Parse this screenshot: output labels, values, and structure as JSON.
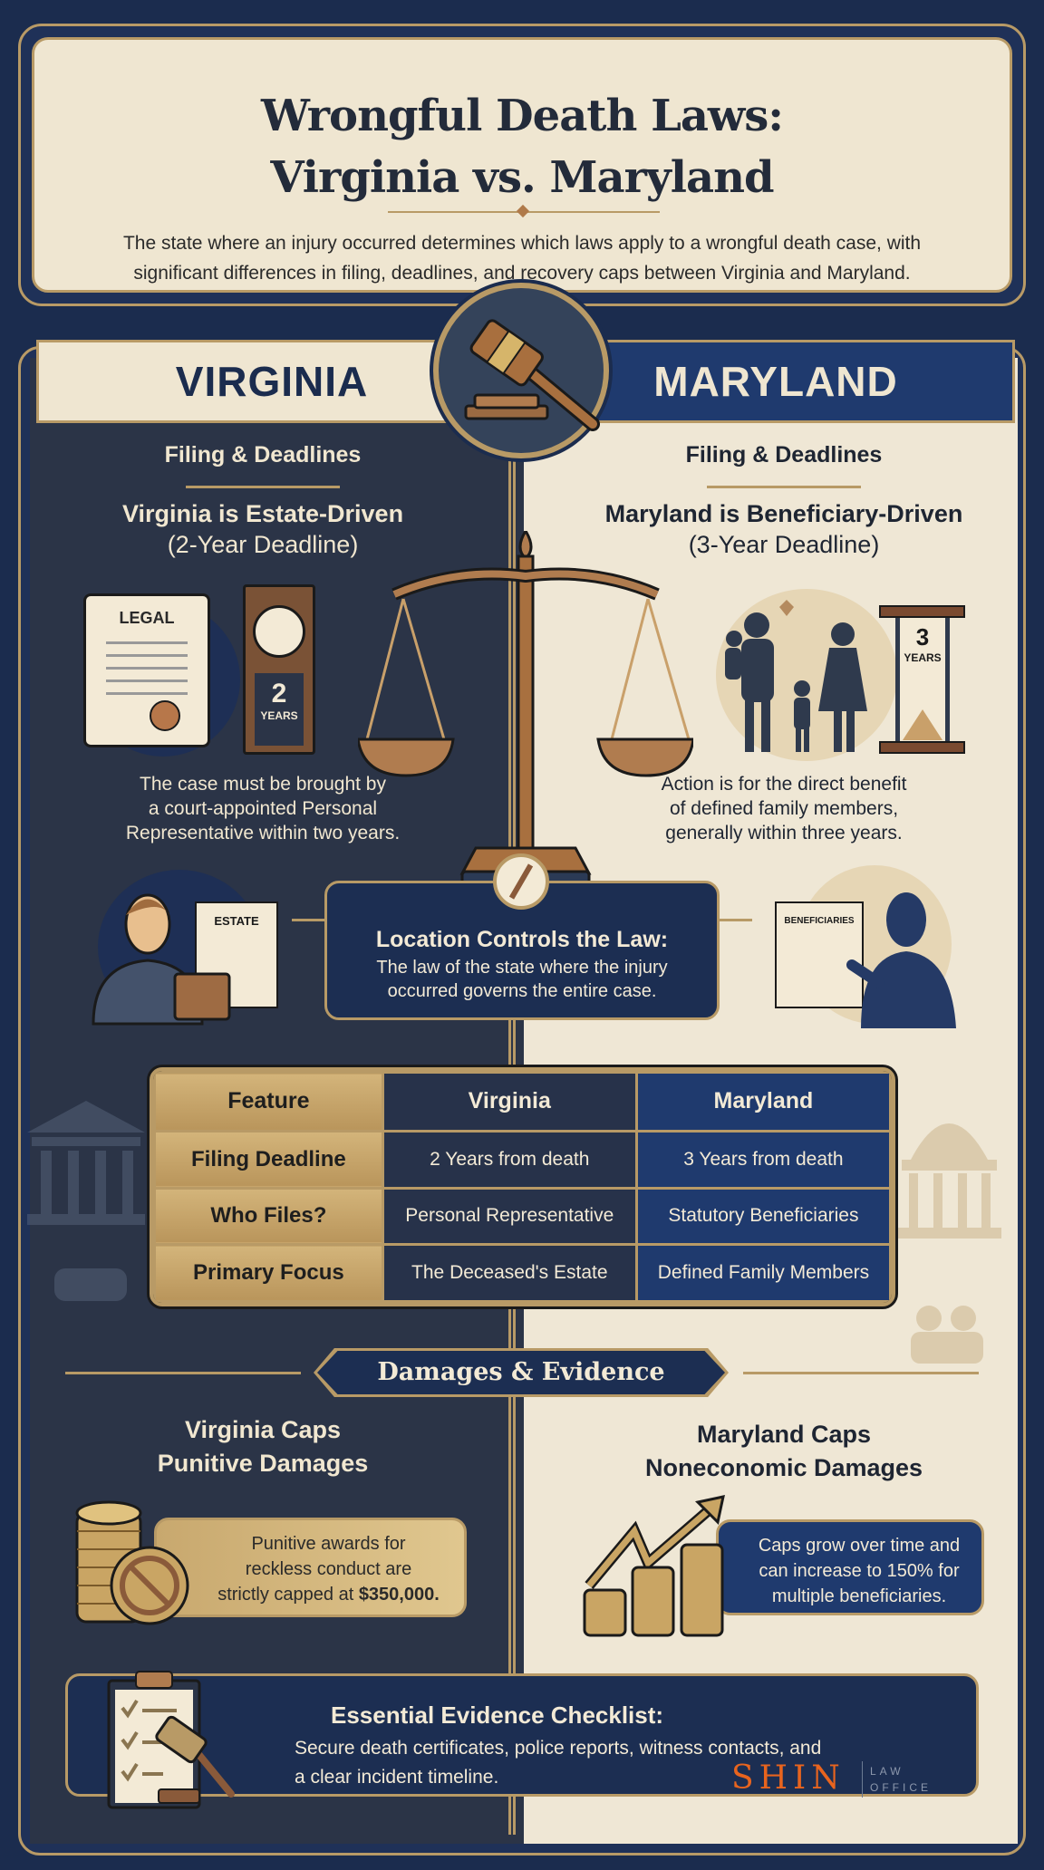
{
  "header": {
    "title_line1": "Wrongful Death Laws:",
    "title_line2": "Virginia vs. Maryland",
    "subtitle_line1": "The state where an injury occurred determines which laws apply to a wrongful death case, with",
    "subtitle_line2": "significant differences in filing, deadlines, and recovery caps between Virginia and Maryland."
  },
  "virginia": {
    "banner": "VIRGINIA",
    "section": "Filing & Deadlines",
    "heading": "Virginia is Estate-Driven",
    "deadline": "(2-Year Deadline)",
    "doc_label": "LEGAL",
    "clock_number": "2",
    "clock_unit": "YEARS",
    "desc": [
      "The case must be brought by",
      "a court-appointed Personal",
      "Representative within two years."
    ],
    "estate_label": "ESTATE",
    "caps_title": [
      "Virginia Caps",
      "Punitive Damages"
    ],
    "caps_text": [
      "Punitive awards for",
      "reckless conduct are",
      "strictly capped at "
    ],
    "caps_amount": "$350,000."
  },
  "maryland": {
    "banner": "MARYLAND",
    "section": "Filing & Deadlines",
    "heading": "Maryland is Beneficiary-Driven",
    "deadline": "(3-Year Deadline)",
    "hourglass_number": "3",
    "hourglass_unit": "YEARS",
    "desc": [
      "Action is for the direct benefit",
      "of defined family members,",
      "generally within three years."
    ],
    "beneficiaries_label": "BENEFICIARIES",
    "caps_title": [
      "Maryland Caps",
      "Noneconomic Damages"
    ],
    "caps_text": [
      "Caps grow over time and",
      "can increase to 150% for",
      "multiple beneficiaries."
    ]
  },
  "location": {
    "title": "Location Controls the Law:",
    "text": [
      "The law of the state where the injury",
      "occurred governs the entire case."
    ]
  },
  "table": {
    "headers": [
      "Feature",
      "Virginia",
      "Maryland"
    ],
    "rows": [
      [
        "Filing Deadline",
        "2 Years from death",
        "3 Years from death"
      ],
      [
        "Who Files?",
        "Personal Representative",
        "Statutory Beneficiaries"
      ],
      [
        "Primary Focus",
        "The Deceased's Estate",
        "Defined Family Members"
      ]
    ]
  },
  "damages_banner": "Damages & Evidence",
  "checklist": {
    "title": "Essential Evidence Checklist:",
    "text": [
      "Secure death certificates, police reports, witness contacts, and",
      "a clear incident timeline."
    ]
  },
  "logo": {
    "name": "SHIN",
    "sub1": "LAW",
    "sub2": "OFFICE"
  },
  "colors": {
    "navy": "#1b2c4e",
    "cream": "#efe6d1",
    "gold": "#b89a66",
    "logo": "#e8641e"
  }
}
